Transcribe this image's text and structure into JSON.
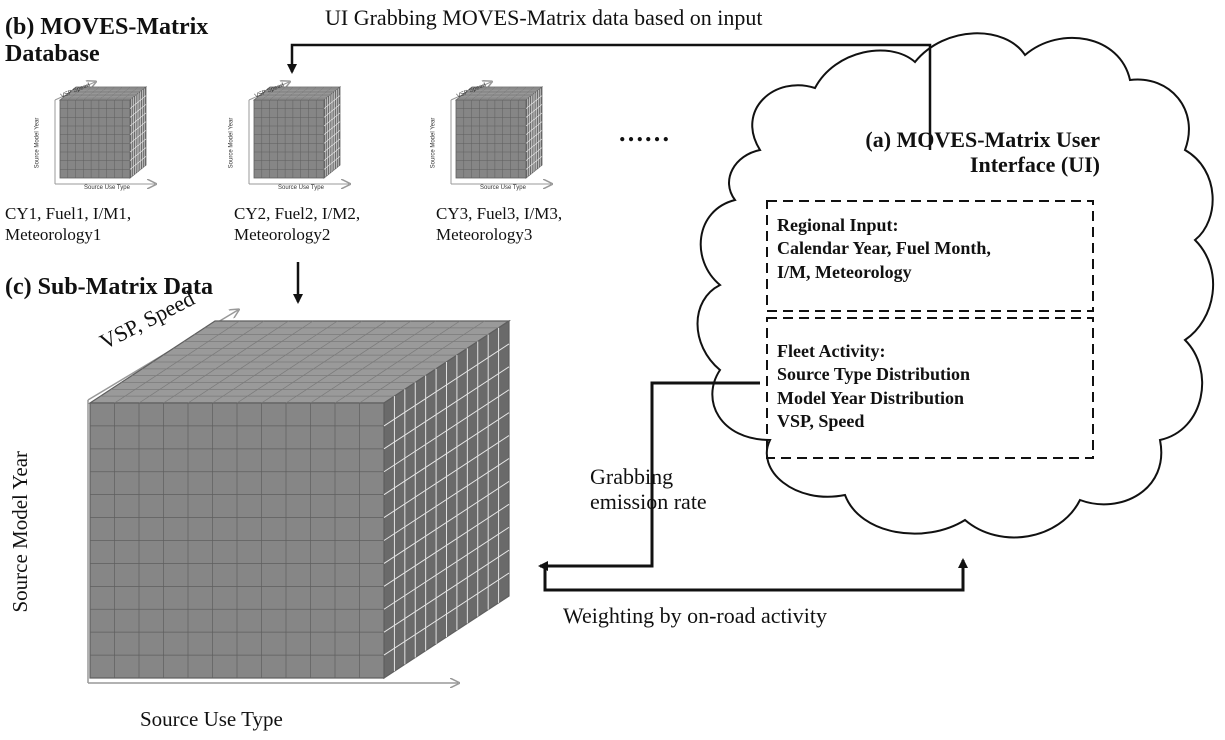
{
  "top_arrow_label": "UI Grabbing MOVES-Matrix data based on input",
  "database": {
    "label_line1": "(b) MOVES-Matrix",
    "label_line2": "Database",
    "cubes": [
      {
        "caption1": "CY1, Fuel1, I/M1,",
        "caption2": "Meteorology1"
      },
      {
        "caption1": "CY2, Fuel2, I/M2,",
        "caption2": "Meteorology2"
      },
      {
        "caption1": "CY3, Fuel3, I/M3,",
        "caption2": "Meteorology3"
      }
    ],
    "cube_axes": {
      "top": "VSP Speed",
      "left": "Source Model Year",
      "bottom": "Source Use Type"
    },
    "ellipsis": "……"
  },
  "submatrix": {
    "label": "(c) Sub-Matrix Data",
    "axis_top": "VSP, Speed",
    "axis_left": "Source Model Year",
    "axis_bottom": "Source Use Type"
  },
  "ui": {
    "title_line1": "(a) MOVES-Matrix User",
    "title_line2": "Interface (UI)",
    "regional": {
      "line1": "Regional Input:",
      "line2": "Calendar Year, Fuel Month,",
      "line3": "I/M, Meteorology"
    },
    "fleet": {
      "line1": "Fleet Activity:",
      "line2": "Source Type Distribution",
      "line3": "Model Year  Distribution",
      "line4": "VSP, Speed"
    }
  },
  "grab_label_line1": "Grabbing",
  "grab_label_line2": "emission rate",
  "weighting_label": "Weighting by on-road activity",
  "colors": {
    "cube_front": "#868686",
    "cube_top": "#9a9a9a",
    "cube_side": "#6a6a6a",
    "grid": "#5f5f5f",
    "arrow": "#111111"
  }
}
